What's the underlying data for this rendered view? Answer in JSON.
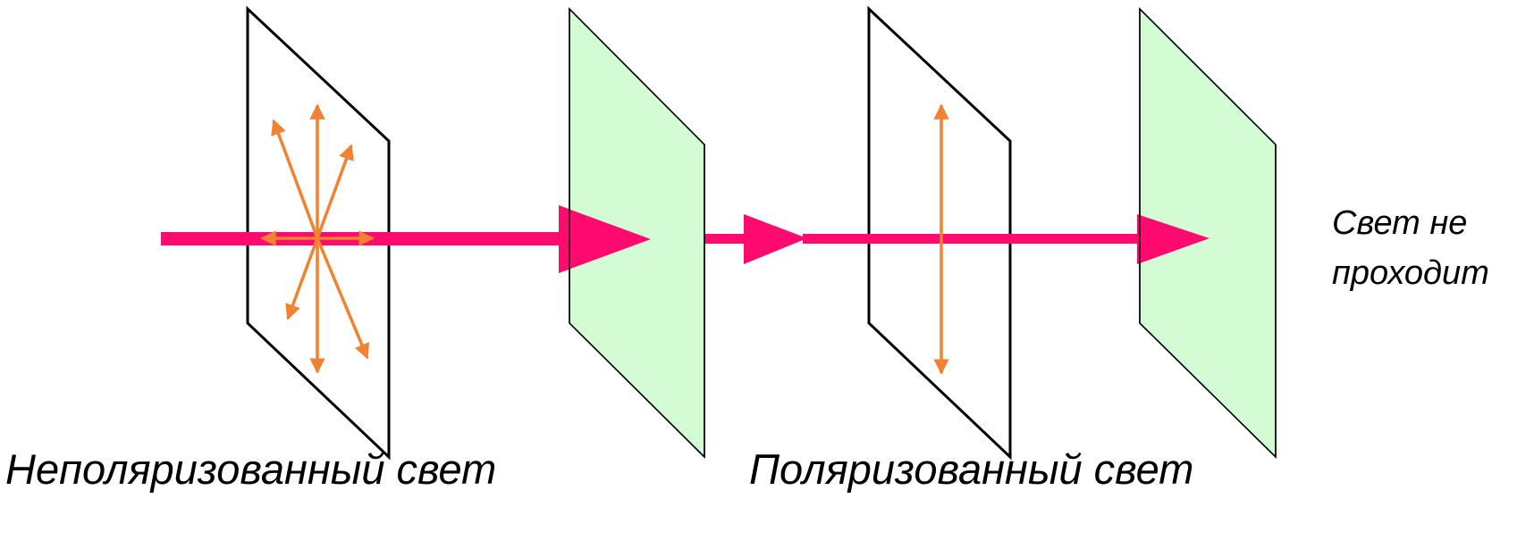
{
  "captions": {
    "unpolarized": "Неполяризованный свет",
    "polarized": "Поляризованный свет",
    "no_light_line1": "Свет не",
    "no_light_line2": "проходит"
  },
  "colors": {
    "beam": "#ff0a6e",
    "vibration_arrows": "#f08232",
    "polarizer_fill": "#d4fcd4",
    "plate_outline": "#000000",
    "background": "#ffffff"
  },
  "plates": [
    {
      "role": "unpolarized-light-source-plane",
      "filled": false
    },
    {
      "role": "polarizer",
      "filled": true
    },
    {
      "role": "polarized-light-plane",
      "filled": false
    },
    {
      "role": "analyzer",
      "filled": true
    }
  ]
}
